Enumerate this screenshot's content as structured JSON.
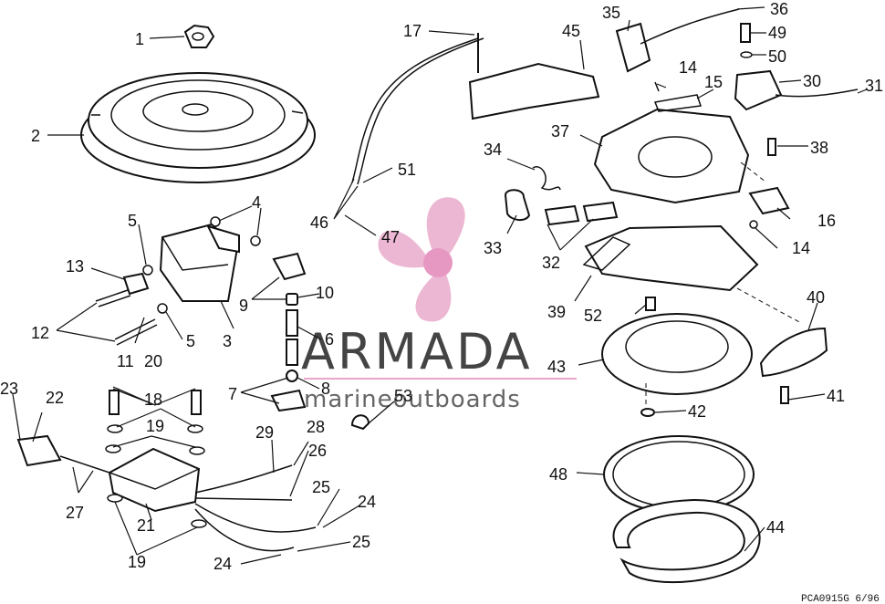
{
  "watermark": {
    "brand": "ARMADA",
    "tagline": "marineoutboards",
    "logo_color": "#e8a6c8",
    "text_color": "#444444"
  },
  "drawing_code": "PCA0915G  6/96",
  "callouts": [
    {
      "id": "c1",
      "label": "1"
    },
    {
      "id": "c2",
      "label": "2"
    },
    {
      "id": "c3",
      "label": "3"
    },
    {
      "id": "c4",
      "label": "4"
    },
    {
      "id": "c5a",
      "label": "5"
    },
    {
      "id": "c5b",
      "label": "5"
    },
    {
      "id": "c6",
      "label": "6"
    },
    {
      "id": "c7",
      "label": "7"
    },
    {
      "id": "c8",
      "label": "8"
    },
    {
      "id": "c9",
      "label": "9"
    },
    {
      "id": "c10",
      "label": "10"
    },
    {
      "id": "c11",
      "label": "11"
    },
    {
      "id": "c12",
      "label": "12"
    },
    {
      "id": "c13",
      "label": "13"
    },
    {
      "id": "c14a",
      "label": "14"
    },
    {
      "id": "c14b",
      "label": "14"
    },
    {
      "id": "c15",
      "label": "15"
    },
    {
      "id": "c16",
      "label": "16"
    },
    {
      "id": "c17",
      "label": "17"
    },
    {
      "id": "c18",
      "label": "18"
    },
    {
      "id": "c19a",
      "label": "19"
    },
    {
      "id": "c19b",
      "label": "19"
    },
    {
      "id": "c20",
      "label": "20"
    },
    {
      "id": "c21",
      "label": "21"
    },
    {
      "id": "c22",
      "label": "22"
    },
    {
      "id": "c23",
      "label": "23"
    },
    {
      "id": "c24a",
      "label": "24"
    },
    {
      "id": "c24b",
      "label": "24"
    },
    {
      "id": "c25a",
      "label": "25"
    },
    {
      "id": "c25b",
      "label": "25"
    },
    {
      "id": "c26",
      "label": "26"
    },
    {
      "id": "c27",
      "label": "27"
    },
    {
      "id": "c28",
      "label": "28"
    },
    {
      "id": "c29",
      "label": "29"
    },
    {
      "id": "c30",
      "label": "30"
    },
    {
      "id": "c31",
      "label": "31"
    },
    {
      "id": "c32",
      "label": "32"
    },
    {
      "id": "c33",
      "label": "33"
    },
    {
      "id": "c34",
      "label": "34"
    },
    {
      "id": "c35",
      "label": "35"
    },
    {
      "id": "c36",
      "label": "36"
    },
    {
      "id": "c37",
      "label": "37"
    },
    {
      "id": "c38",
      "label": "38"
    },
    {
      "id": "c39",
      "label": "39"
    },
    {
      "id": "c40",
      "label": "40"
    },
    {
      "id": "c41",
      "label": "41"
    },
    {
      "id": "c42",
      "label": "42"
    },
    {
      "id": "c43",
      "label": "43"
    },
    {
      "id": "c44",
      "label": "44"
    },
    {
      "id": "c45",
      "label": "45"
    },
    {
      "id": "c46",
      "label": "46"
    },
    {
      "id": "c47",
      "label": "47"
    },
    {
      "id": "c48",
      "label": "48"
    },
    {
      "id": "c49",
      "label": "49"
    },
    {
      "id": "c50",
      "label": "50"
    },
    {
      "id": "c51",
      "label": "51"
    },
    {
      "id": "c52",
      "label": "52"
    },
    {
      "id": "c53",
      "label": "53"
    }
  ]
}
